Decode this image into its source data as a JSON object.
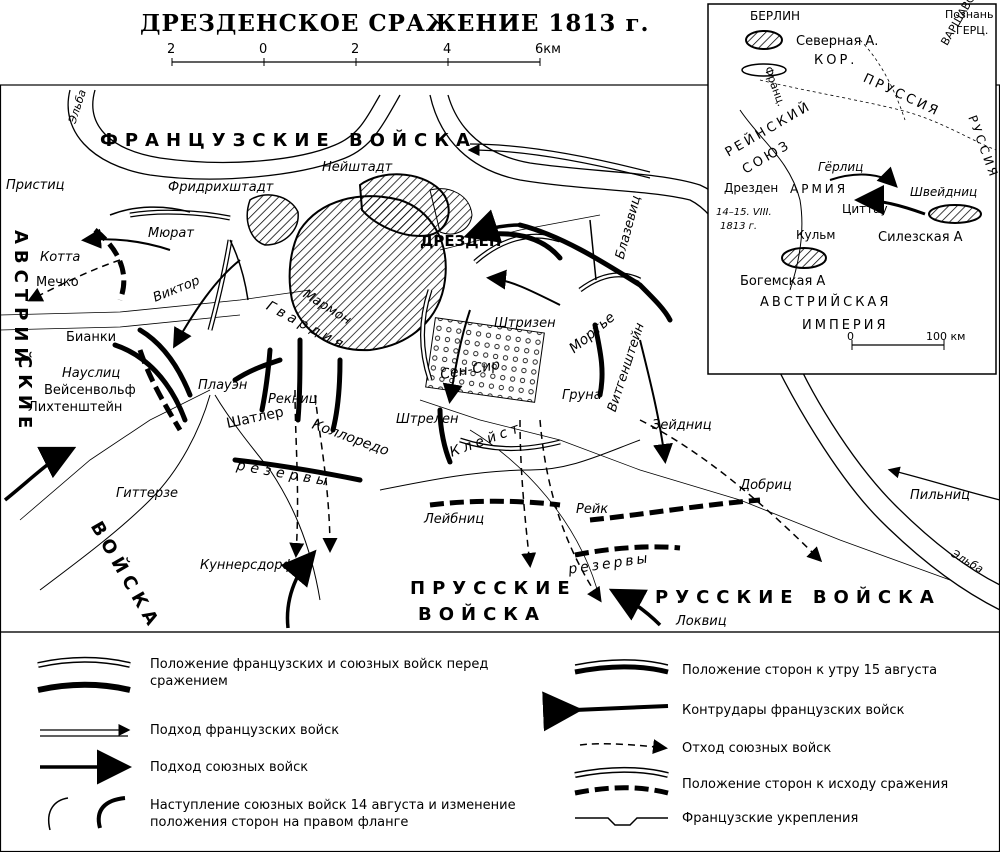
{
  "title": "ДРЕЗДЕНСКОЕ СРАЖЕНИЕ 1813 г.",
  "scale": {
    "ticks": [
      "2",
      "0",
      "2",
      "4",
      "6км"
    ]
  },
  "regions": {
    "french_troops": "ФРАНЦУЗСКИЕ ВОЙСКА",
    "austrian_troops_1": "АВСТРИЙ",
    "austrian_troops_2": "СКИЕ",
    "austrian_troops_3": "ВОЙСКА",
    "prussian_troops_1": "ПРУССКИЕ",
    "prussian_troops_2": "ВОЙСКА",
    "russian_troops": "РУССКИЕ ВОЙСКА"
  },
  "places": {
    "elbe_nw": "Эльба",
    "elbe_se": "Эльба",
    "pristits": "Пристиц",
    "kotta": "Котта",
    "mechko": "Мечко",
    "bianki": "Бианки",
    "nauslits": "Науслиц",
    "friedrichstadt": "Фридрихштадт",
    "neustadt": "Нейштадт",
    "dresden": "ДРЕЗДЕН",
    "blazevits": "Блазевиц",
    "shtrizen": "Штризен",
    "gruna": "Груна",
    "strelen": "Штрелен",
    "zeidnits": "Зейдниц",
    "plauen": "Плауэн",
    "gitterze": "Гиттерзе",
    "leibnits": "Лейбниц",
    "reik": "Рейк",
    "dobrits": "Добриц",
    "kunnersdorf": "Куннерсдорф",
    "lokvits": "Локвиц",
    "pilnits": "Пильниц"
  },
  "commanders": {
    "murat": "Мюрат",
    "victor": "Виктор",
    "marmont": "Мармон",
    "guard": "Гвардия",
    "saint_cyr": "Сен-Сир",
    "mortier": "Мортье",
    "weissenwolf": "Вейсенвольф",
    "liechtenstein": "Лихтенштейн",
    "chatler": "Шатлер",
    "reknits": "Рекниц",
    "colloredo": "Коллоредо",
    "kleist": "Клейст",
    "wittgenstein": "Витгенштейн",
    "reserves_w": "резервы",
    "reserves_e": "резервы"
  },
  "inset": {
    "berlin": "БЕРЛИН",
    "northern_army": "Северная А.",
    "poznan": "Познань",
    "duchy_warsaw_1": "ГЕРЦ.",
    "duchy_warsaw_2": "ВАРШАВСКОЕ",
    "kingdom_1": "КОР.",
    "kingdom_2": "ПРУССИЯ",
    "prussia_2": "РУССИЯ",
    "rhine_1": "РЕЙНСКИЙ",
    "rhine_2": "СОЮЗ",
    "french_army": "Франц.",
    "army_word": "АРМИЯ",
    "gorlitz": "Гёрлиц",
    "dresden": "Дрезден",
    "zittau": "Циттау",
    "schweidnitz": "Швейдниц",
    "date_1": "14–15. VIII.",
    "date_2": "1813 г.",
    "kulm": "Кульм",
    "silesian_army": "Силезская А",
    "bohemian_army": "Богемская А",
    "empire_1": "АВСТРИЙСКАЯ",
    "empire_2": "ИМПЕРИЯ",
    "scale_0": "0",
    "scale_100": "100 км"
  },
  "legend": {
    "item1": "Положение французских и союзных войск перед сражением",
    "item2": "Подход французских войск",
    "item3": "Подход союзных войск",
    "item4": "Наступление союзных войск 14 августа и изменение положения сторон на правом фланге",
    "item5": "Положение сторон к утру 15 августа",
    "item6": "Контрудары французских войск",
    "item7": "Отход союзных войск",
    "item8": "Положение сторон к исходу сражения",
    "item9": "Французские укрепления"
  }
}
